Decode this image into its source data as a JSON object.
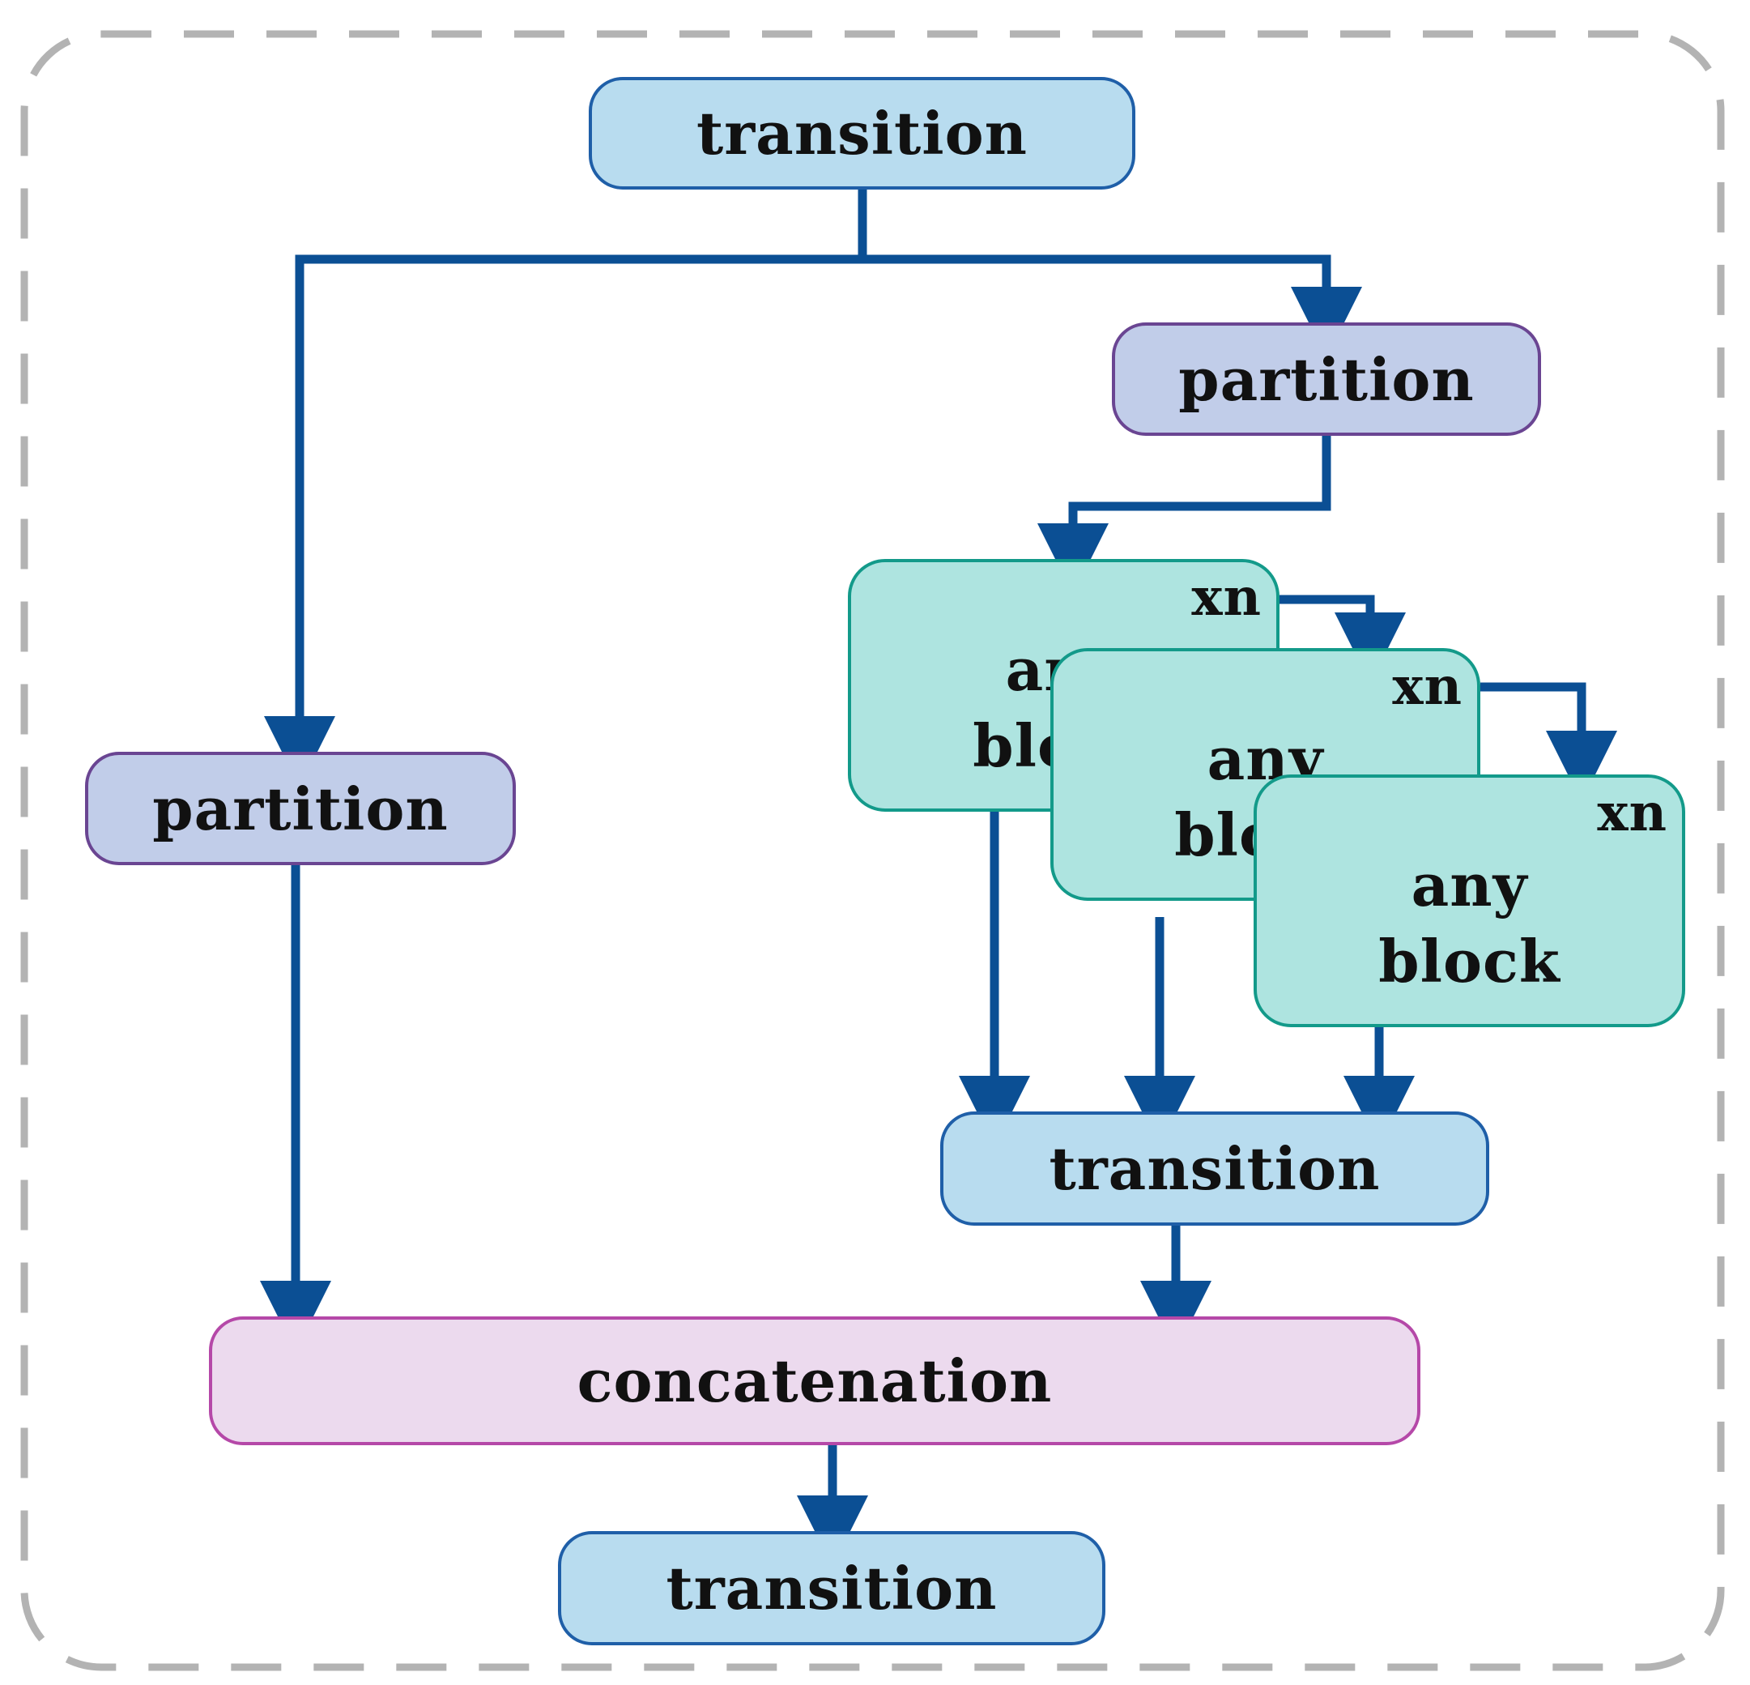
{
  "nodes": {
    "top_transition": "transition",
    "right_partition": "partition",
    "left_partition": "partition",
    "any_block_1": {
      "tag": "xn",
      "line1": "any",
      "line2": "block"
    },
    "any_block_2": {
      "tag": "xn",
      "line1": "any",
      "line2": "block"
    },
    "any_block_3": {
      "tag": "xn",
      "line1": "any",
      "line2": "block"
    },
    "middle_transition": "transition",
    "concatenation": "concatenation",
    "bottom_transition": "transition"
  },
  "colors": {
    "arrow": "#0b4f94",
    "frame_dash": "#b3b3b3",
    "transition_fill": "#b8dcef",
    "partition_fill": "#c1cde9",
    "any_block_fill": "#aee4e0",
    "concatenation_fill": "#ecdaee"
  }
}
